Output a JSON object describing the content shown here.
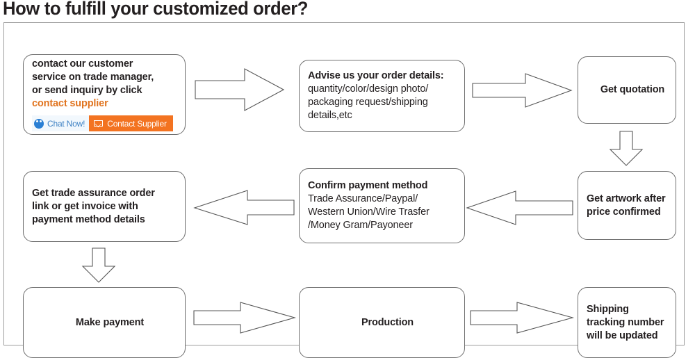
{
  "page": {
    "title": "How to fulfill your customized order?"
  },
  "colors": {
    "accent_orange": "#e1741f",
    "button_orange": "#f37321",
    "chat_blue": "#3f82c4",
    "chat_bg": "#f2f8fd",
    "node_border": "#6f6f6f",
    "frame_border": "#9d9d9d",
    "text": "#231f20"
  },
  "nodes": {
    "contact": {
      "line1": "contact our customer",
      "line2": "service on trade manager,",
      "line3": "or send inquiry by click",
      "accent_line": "contact supplier",
      "chat_button": "Chat Now!",
      "supplier_button": "Contact Supplier",
      "chat_icon": "trademanager-icon",
      "supplier_icon": "mail-icon"
    },
    "advise": {
      "heading": "Advise us your order details:",
      "line1": "quantity/color/design photo/",
      "line2": "packaging request/shipping",
      "line3": "details,etc"
    },
    "quotation": {
      "heading": "Get quotation"
    },
    "artwork": {
      "line1": "Get artwork after",
      "line2": "price confirmed"
    },
    "confirm": {
      "heading": "Confirm payment method",
      "line1": "Trade Assurance/Paypal/",
      "line2": "Western Union/Wire Trasfer",
      "line3": "/Money Gram/Payoneer"
    },
    "assurance": {
      "line1": "Get trade assurance order",
      "line2": "link or get invoice with",
      "line3": "payment method details"
    },
    "make_payment": {
      "heading": "Make payment"
    },
    "production": {
      "heading": "Production"
    },
    "shipping": {
      "line1": "Shipping",
      "line2": "tracking number",
      "line3": "will be updated"
    }
  },
  "arrows": [
    {
      "name": "arrow-contact-to-advise",
      "direction": "right"
    },
    {
      "name": "arrow-advise-to-quotation",
      "direction": "right"
    },
    {
      "name": "arrow-quotation-to-artwork",
      "direction": "down"
    },
    {
      "name": "arrow-artwork-to-confirm",
      "direction": "left"
    },
    {
      "name": "arrow-confirm-to-assurance",
      "direction": "left"
    },
    {
      "name": "arrow-assurance-to-payment",
      "direction": "down"
    },
    {
      "name": "arrow-payment-to-production",
      "direction": "right"
    },
    {
      "name": "arrow-production-to-shipping",
      "direction": "right"
    }
  ]
}
